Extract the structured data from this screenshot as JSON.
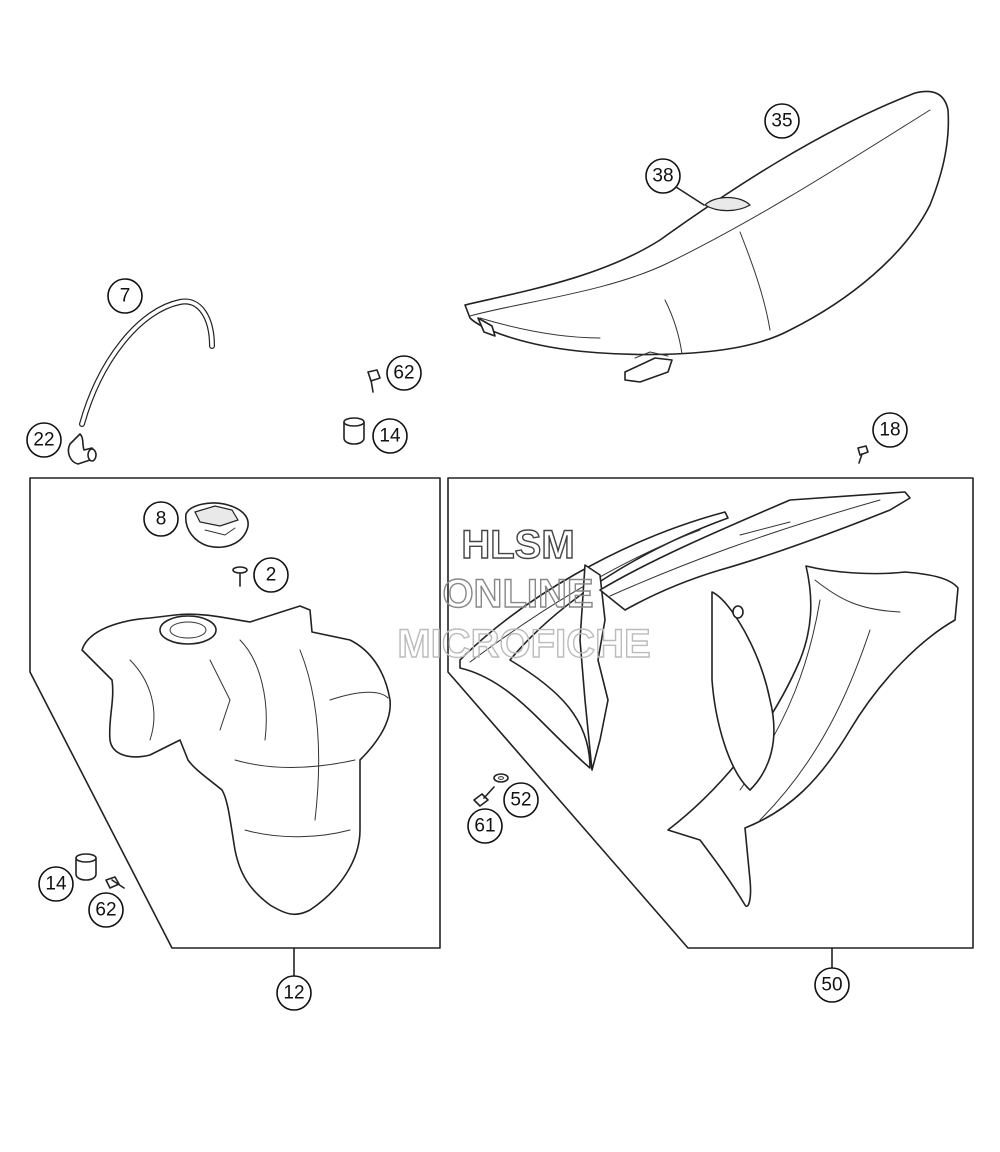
{
  "callouts": [
    {
      "id": "35",
      "label": "35"
    },
    {
      "id": "38",
      "label": "38"
    },
    {
      "id": "7",
      "label": "7"
    },
    {
      "id": "62a",
      "label": "62"
    },
    {
      "id": "14a",
      "label": "14"
    },
    {
      "id": "22",
      "label": "22"
    },
    {
      "id": "18",
      "label": "18"
    },
    {
      "id": "8",
      "label": "8"
    },
    {
      "id": "2",
      "label": "2"
    },
    {
      "id": "52",
      "label": "52"
    },
    {
      "id": "61",
      "label": "61"
    },
    {
      "id": "14b",
      "label": "14"
    },
    {
      "id": "62b",
      "label": "62"
    },
    {
      "id": "12",
      "label": "12"
    },
    {
      "id": "50",
      "label": "50"
    }
  ],
  "watermark": {
    "line1": "HLSM",
    "line2": "ONLINE",
    "line3": "MICROFICHE"
  }
}
